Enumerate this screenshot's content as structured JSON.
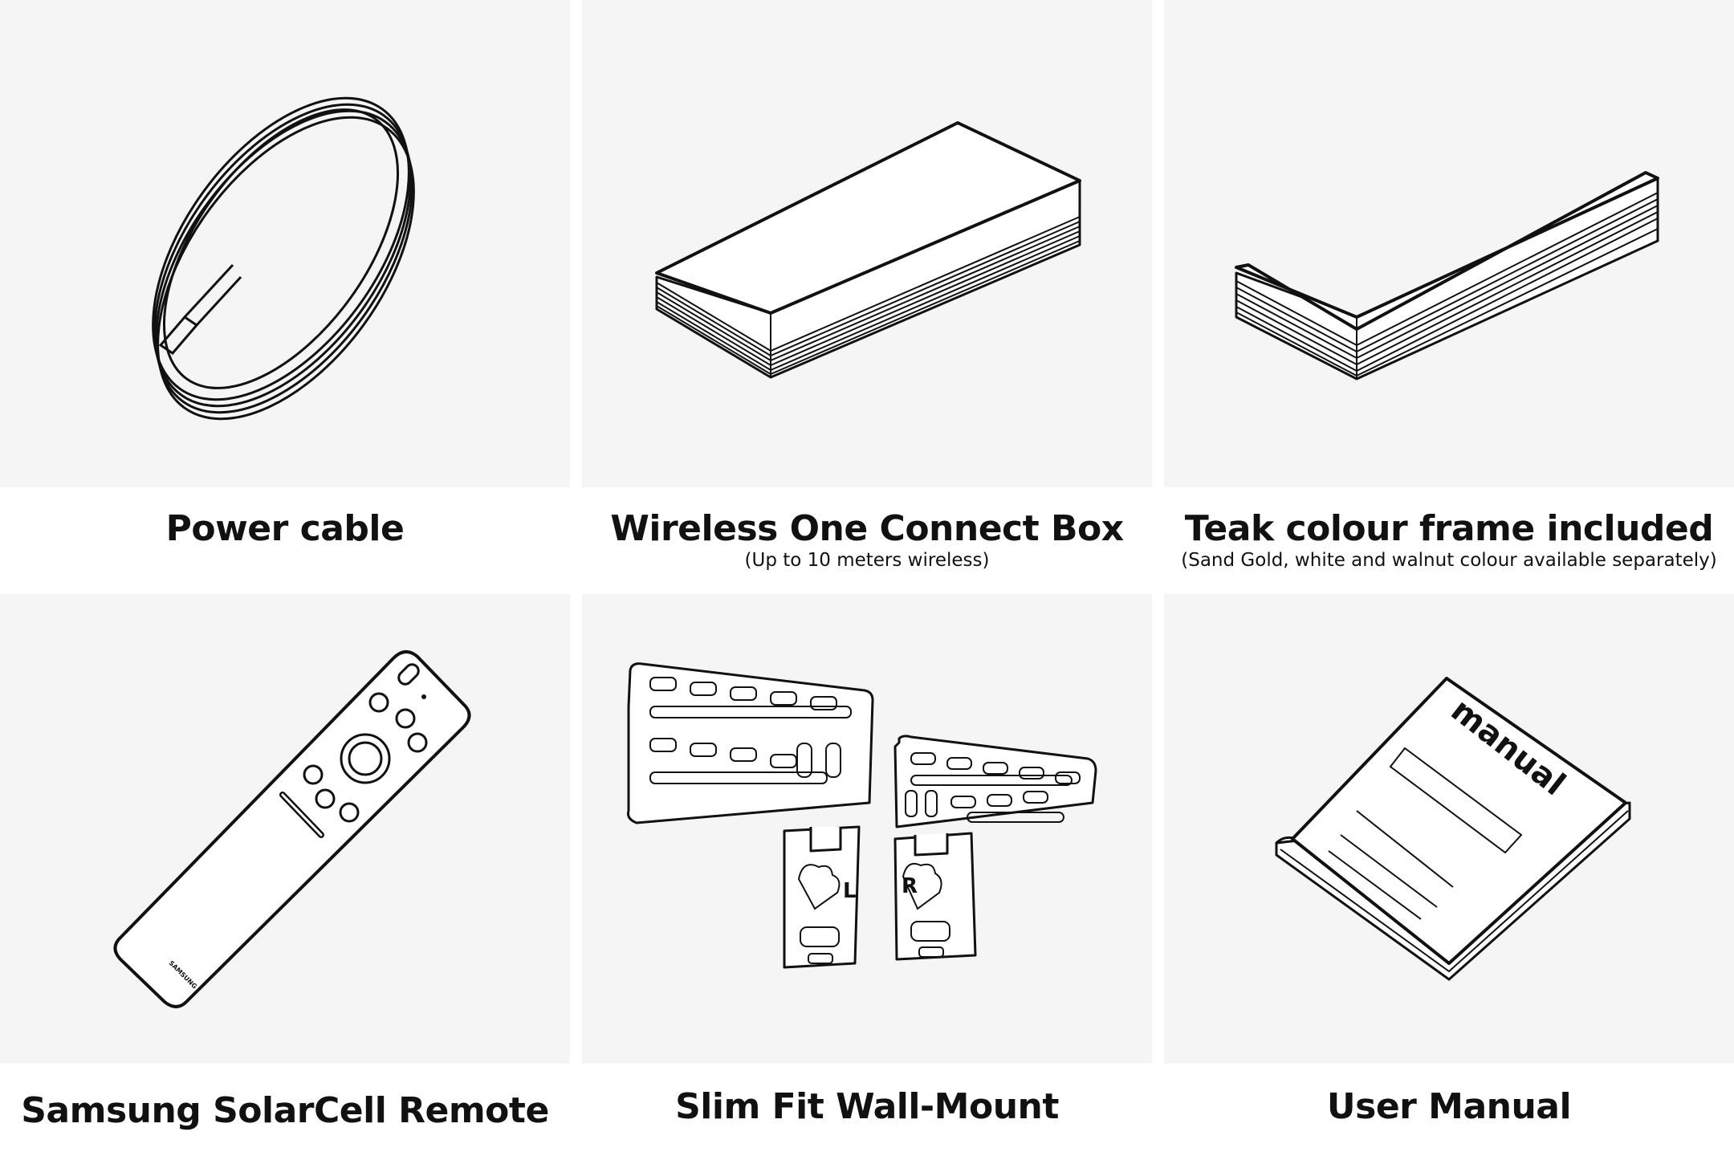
{
  "items": [
    {
      "title": "Power cable",
      "note": ""
    },
    {
      "title": "Wireless One Connect Box",
      "note": "(Up to 10 meters wireless)"
    },
    {
      "title": "Teak colour frame included",
      "note": "(Sand Gold, white and walnut colour available separately)"
    },
    {
      "title": "Samsung SolarCell Remote",
      "note": ""
    },
    {
      "title": "Slim Fit Wall-Mount",
      "note": ""
    },
    {
      "title": "User Manual",
      "note": ""
    }
  ],
  "labels": {
    "remote_brand": "SAMSUNG",
    "mount_left": "L",
    "mount_right": "R",
    "manual_cover": "manual"
  },
  "colors": {
    "panel": "#f5f5f5",
    "line": "#111111",
    "page": "#ffffff"
  }
}
